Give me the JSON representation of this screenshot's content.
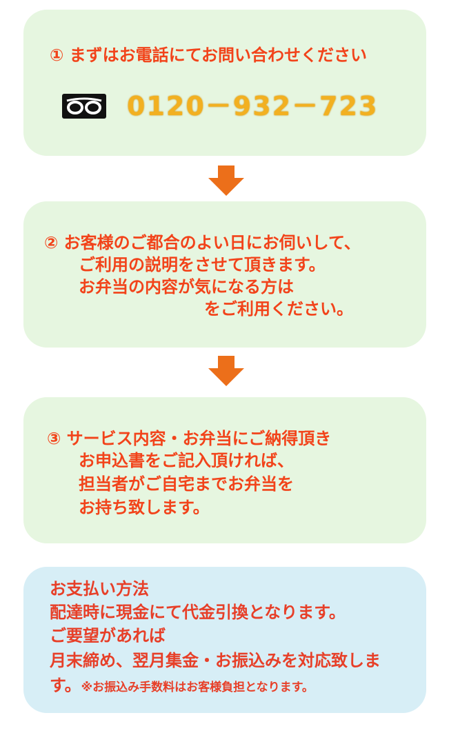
{
  "step1": {
    "title": "①  まずはお電話にてお問い合わせください",
    "freedial_icon": "freedial-icon",
    "phone": "0120－932－723"
  },
  "step2": {
    "lines": [
      "②  お客様のご都合のよい日にお伺いして、",
      "ご利用の説明をさせて頂きます。",
      "お弁当の内容が気になる方は",
      "をご利用ください。"
    ]
  },
  "step3": {
    "lines": [
      "③  サービス内容・お弁当にご納得頂き",
      "お申込書をご記入頂ければ、",
      "担当者がご自宅までお弁当を",
      "お持ち致します。"
    ]
  },
  "payment": {
    "lines": [
      "お支払い方法",
      "配達時に現金にて代金引換となります。",
      "ご要望があれば",
      "月末締め、翌月集金・お振込みを対応致しま",
      "す。"
    ],
    "note": "※お振込み手数料はお客様負担となります。"
  },
  "colors": {
    "green_box": "#e6f6e0",
    "blue_box": "#d7eef6",
    "red_text": "#f2431a",
    "phone_gold": "#f2b021",
    "arrow": "#ec6f1a"
  }
}
